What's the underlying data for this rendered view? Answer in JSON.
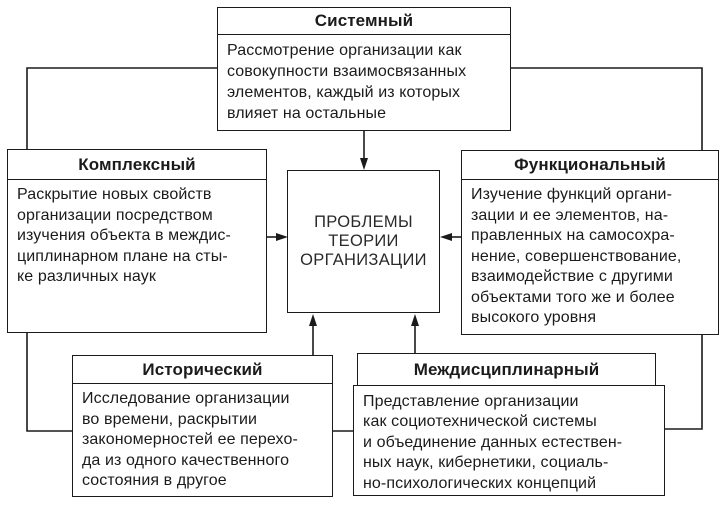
{
  "colors": {
    "line": "#1b1b1b",
    "text": "#1b1b1b",
    "background": "#ffffff"
  },
  "center": {
    "title": "ПРОБЛЕМЫ\nТЕОРИИ\nОРГАНИЗАЦИИ"
  },
  "approaches": {
    "systemny": {
      "title": "Системный",
      "body": "Рассмотрение организации как\nсовокупности взаимосвязанных\nэлементов, каждый из которых\nвлияет на остальные"
    },
    "kompleksny": {
      "title": "Комплексный",
      "body": "Раскрытие новых свойств\nорганизации посредством\nизучения объекта в междис-\nциплинарном плане на сты-\nке различных наук"
    },
    "funktsionalny": {
      "title": "Функциональный",
      "body": "Изучение функций органи-\nзации и ее элементов, на-\nправленных на самосохра-\nнение, совершенствование,\nвзаимодействие с другими\nобъектами того же и более\nвысокого уровня"
    },
    "istorichesky": {
      "title": "Исторический",
      "body": "Исследование организации\nво времени, раскрытии\nзакономерностей ее перехо-\nда из одного качественного\nсостояния в другое"
    },
    "mezhdistsiplinarny": {
      "title": "Междисциплинарный",
      "body": "Представление организации\nкак социотехнической системы\nи объединение данных естествен-\nных наук, кибернетики, социаль-\nно-психологических концепций"
    }
  },
  "connections": [
    "Системный — стрелка к центру",
    "Комплексный — стрелка к центру",
    "Функциональный — стрелка к центру",
    "Исторический — стрелка к центру",
    "Междисциплинарный — стрелка к центру",
    "Системный — линия к Комплексный",
    "Системный — линия к Функциональный",
    "Комплексный — линия к Исторический",
    "Исторический — линия к Междисциплинарный",
    "Функциональный — линия к Междисциплинарный"
  ]
}
